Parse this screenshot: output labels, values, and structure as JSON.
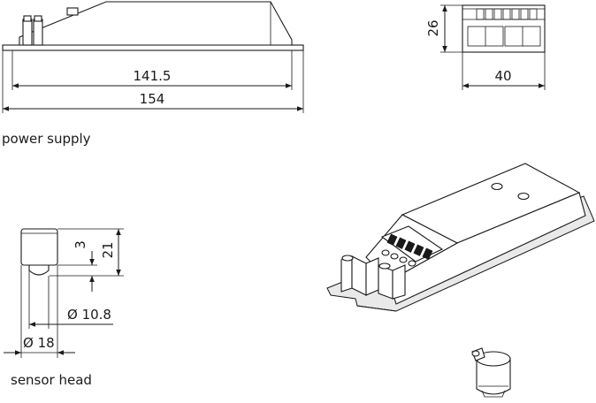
{
  "power_supply": {
    "caption": "power supply",
    "dim_inner_length": "141.5",
    "dim_total_length": "154",
    "dim_height": "26",
    "dim_width": "40"
  },
  "sensor_head": {
    "caption": "sensor head",
    "dim_cap_height": "3",
    "dim_height": "21",
    "dim_lens_diameter": "Ø 10.8",
    "dim_body_diameter": "Ø 18"
  }
}
